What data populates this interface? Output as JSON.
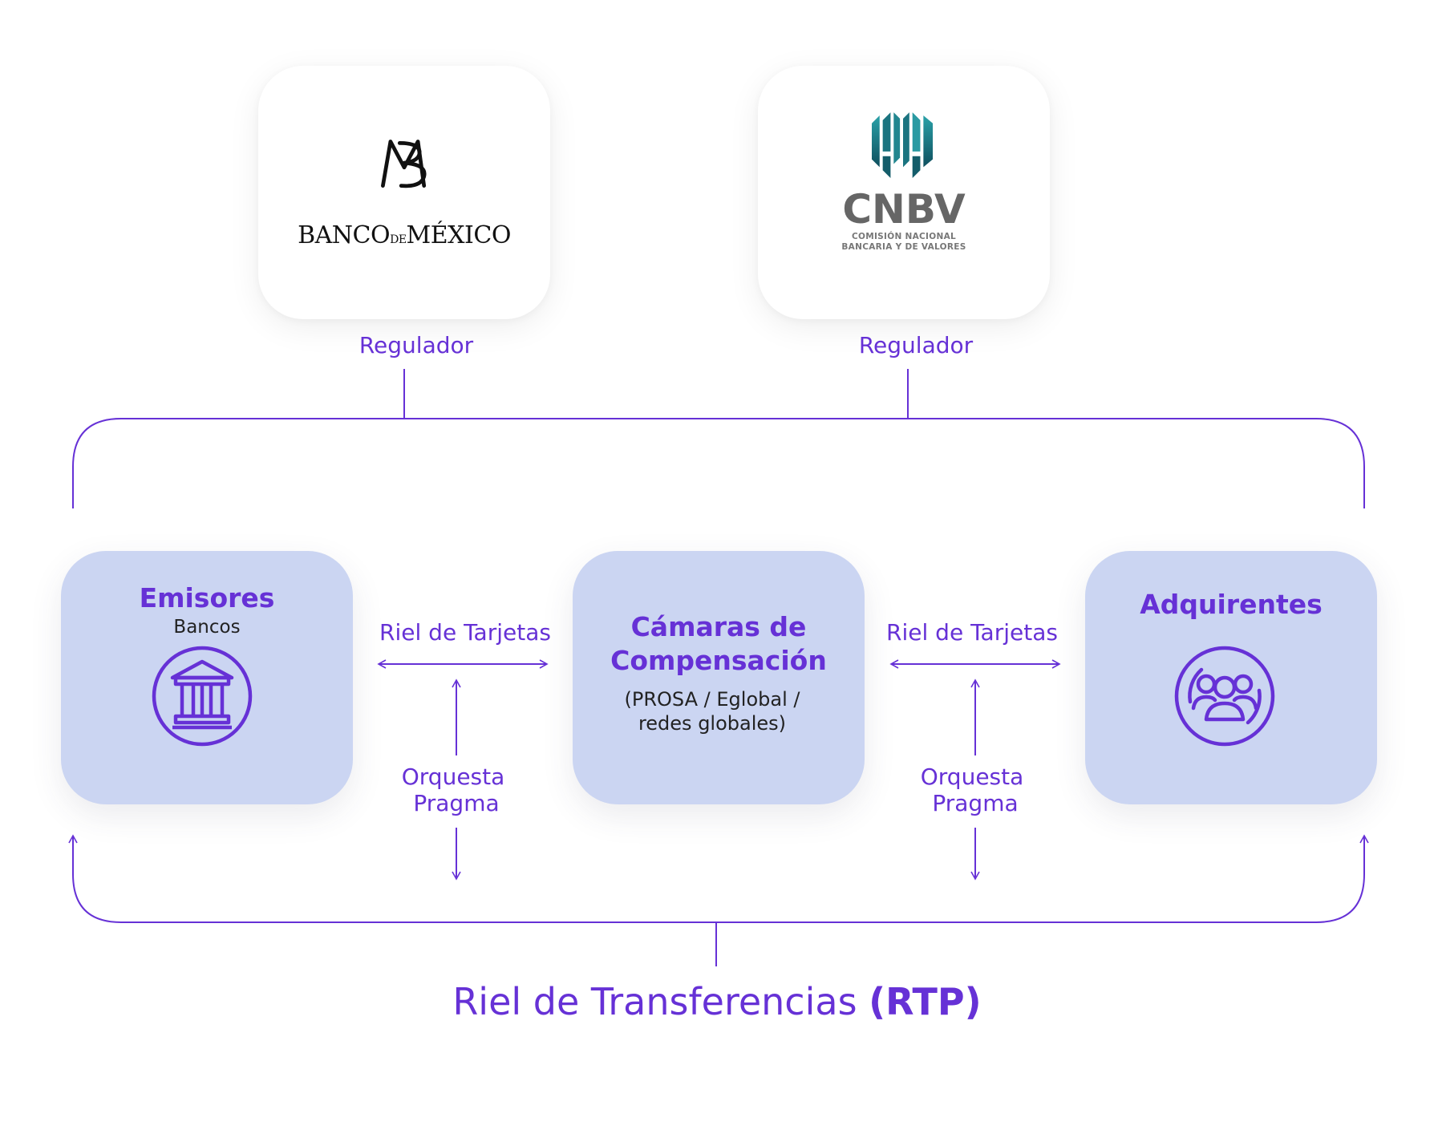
{
  "regulators": [
    {
      "logo": {
        "name_left": "BANCO",
        "name_mid": "DE",
        "name_right": "MÉXICO"
      },
      "label": "Regulador"
    },
    {
      "logo": {
        "name": "CNBV",
        "sub1": "COMISIÓN NACIONAL",
        "sub2": "BANCARIA Y DE VALORES"
      },
      "label": "Regulador"
    }
  ],
  "nodes": {
    "emisores": {
      "title": "Emisores",
      "subtitle": "Bancos",
      "icon": "bank-icon"
    },
    "camaras": {
      "title_line1": "Cámaras de",
      "title_line2": "Compensación",
      "desc_line1": "(PROSA / Eglobal /",
      "desc_line2": "redes globales)"
    },
    "adquirentes": {
      "title": "Adquirentes",
      "icon": "group-icon"
    }
  },
  "connectors": {
    "left": {
      "rail": "Riel de Tarjetas",
      "orq_line1": "Orquesta",
      "orq_line2": "Pragma"
    },
    "right": {
      "rail": "Riel de Tarjetas",
      "orq_line1": "Orquesta",
      "orq_line2": "Pragma"
    }
  },
  "bottom": {
    "title_plain": "Riel de Transferencias ",
    "title_bold": "(RTP)"
  },
  "colors": {
    "accent": "#6631d6",
    "node_fill": "#cbd5f2",
    "cnbv_teal": "#1b7480",
    "cnbv_gray": "#666666"
  }
}
